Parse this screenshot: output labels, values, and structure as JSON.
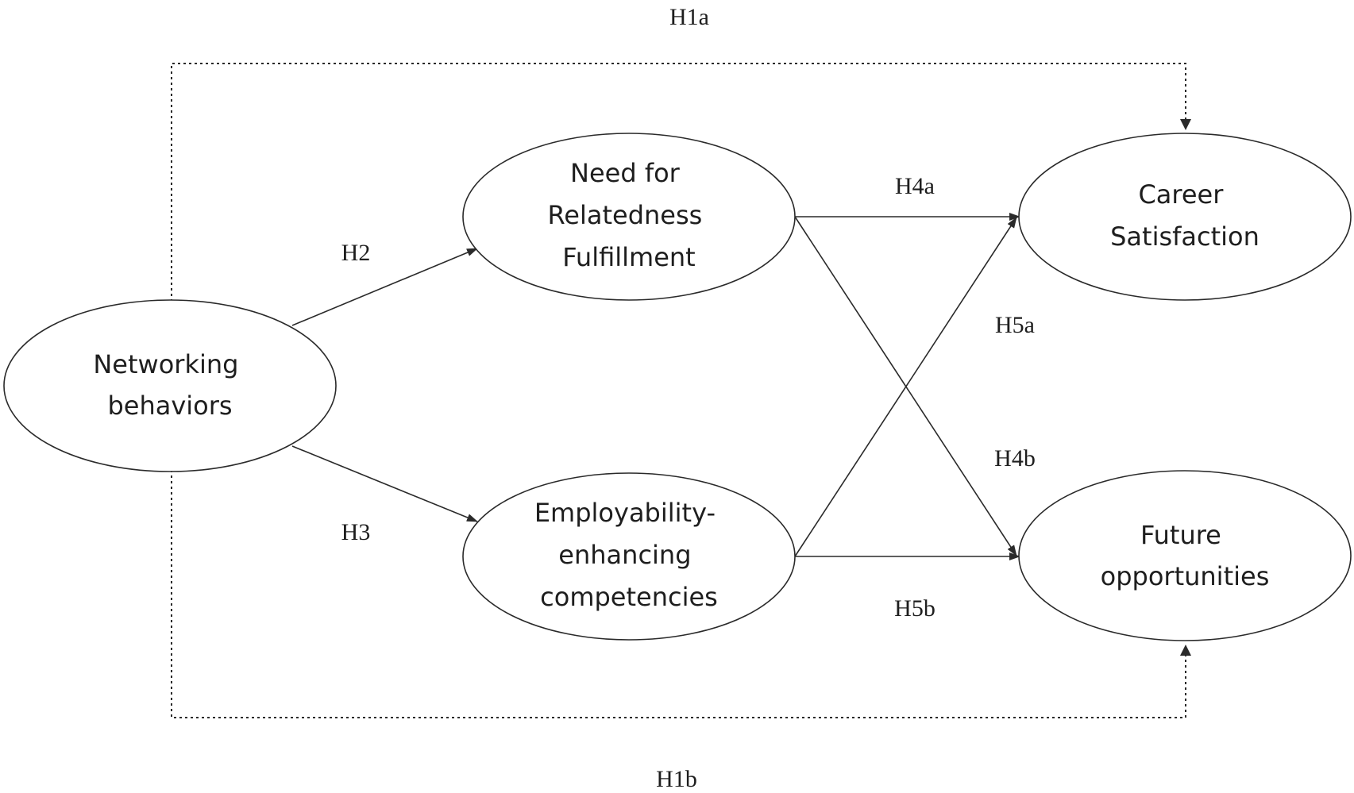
{
  "nodes": {
    "networking": {
      "lines": [
        "Networking",
        "behaviors"
      ]
    },
    "relatedness": {
      "lines": [
        "Need for",
        "Relatedness",
        "Fulfillment"
      ]
    },
    "employability": {
      "lines": [
        "Employability-",
        "enhancing",
        "competencies"
      ]
    },
    "career": {
      "lines": [
        "Career",
        "Satisfaction"
      ]
    },
    "future": {
      "lines": [
        "Future",
        "opportunities"
      ]
    }
  },
  "hypotheses": {
    "h1a": "H1a",
    "h1b": "H1b",
    "h2": "H2",
    "h3": "H3",
    "h4a": "H4a",
    "h4b": "H4b",
    "h5a": "H5a",
    "h5b": "H5b"
  },
  "colors": {
    "stroke": "#2a2a2a",
    "text": "#1e1e1e",
    "background": "#ffffff"
  }
}
